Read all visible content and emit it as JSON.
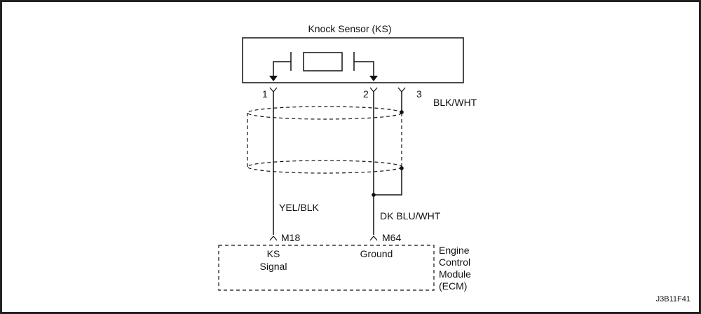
{
  "sensor": {
    "title": "Knock Sensor (KS)"
  },
  "pins": {
    "pin1": "1",
    "pin2": "2",
    "pin3": "3"
  },
  "wires": {
    "pin3_color": "BLK/WHT",
    "signal_color": "YEL/BLK",
    "ground_color": "DK BLU/WHT"
  },
  "ecm": {
    "signal_pin": "M18",
    "ground_pin": "M64",
    "signal_label_line1": "KS",
    "signal_label_line2": "Signal",
    "ground_label": "Ground",
    "module_label_lines": [
      "Engine",
      "Control",
      "Module",
      "(ECM)"
    ]
  },
  "figure_code": "J3B11F41"
}
